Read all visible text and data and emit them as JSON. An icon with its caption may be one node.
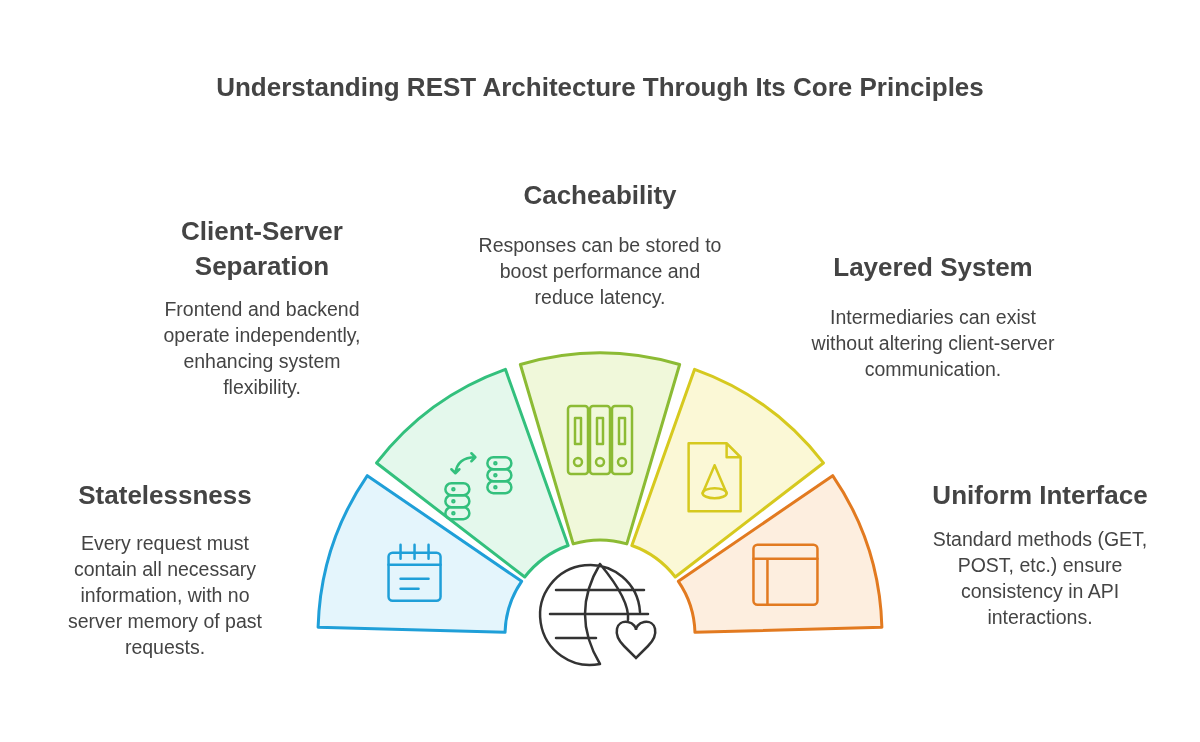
{
  "diagram": {
    "title": "Understanding REST Architecture Through Its Core Principles",
    "nodes": [
      {
        "text": [],
        "shape": "sector",
        "beside": [
          "Statelessness",
          "Every request must contain all necessary information, with no server memory of past requests."
        ]
      },
      {
        "text": [],
        "shape": "sector",
        "beside": [
          "Client-Server Separation",
          "Frontend and backend operate independently, enhancing system flexibility."
        ]
      },
      {
        "text": [],
        "shape": "sector",
        "beside": [
          "Cacheability",
          "Responses can be stored to boost performance and reduce latency."
        ]
      },
      {
        "text": [],
        "shape": "sector",
        "beside": [
          "Layered System",
          "Intermediaries can exist without altering client-server communication."
        ]
      },
      {
        "text": [],
        "shape": "sector",
        "beside": [
          "Uniform Interface",
          "Standard methods (GET, POST, etc.) ensure consistency in API interactions."
        ]
      }
    ],
    "edges": []
  }
}
